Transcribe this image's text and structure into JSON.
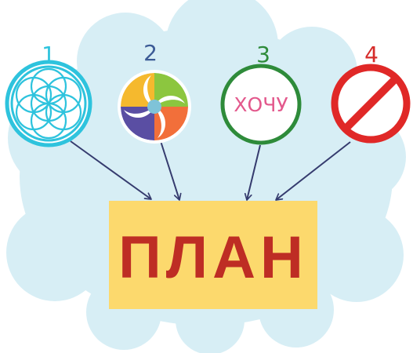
{
  "nodes": [
    {
      "number": "1",
      "icon": "flower-of-life-icon",
      "number_color": "#2ec3dd"
    },
    {
      "number": "2",
      "icon": "swirl-icon",
      "number_color": "#3c5b96"
    },
    {
      "number": "3",
      "icon": "want-icon",
      "number_color": "#2e8b3a",
      "text": "ХОЧУ"
    },
    {
      "number": "4",
      "icon": "no-entry-icon",
      "number_color": "#d62c2a"
    }
  ],
  "target": {
    "label": "ПЛАН",
    "fill": "#fcd96d",
    "text_color": "#be2d24"
  },
  "colors": {
    "cloud": "#d7eef5",
    "arrow": "#353b6e",
    "cyan": "#2ec3dd",
    "green": "#2e8b3a",
    "red": "#e02827",
    "pink": "#e3588c"
  }
}
